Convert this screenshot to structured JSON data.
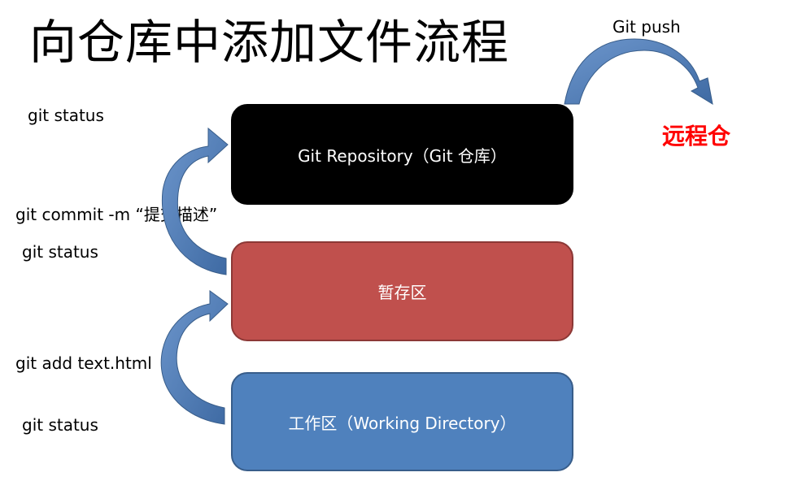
{
  "title": "向仓库中添加文件流程",
  "labels": {
    "git_push": "Git push",
    "git_status_top": "git status",
    "git_commit": "git commit -m “提交描述”",
    "git_status_mid": "git status",
    "git_add": "git add text.html",
    "git_status_bottom": "git status"
  },
  "boxes": {
    "repository": "Git Repository（Git 仓库）",
    "staging": "暂存区",
    "working": "工作区（Working Directory）"
  },
  "remote_label": "远程仓",
  "colors": {
    "repository": "#000000",
    "staging": "#c0504d",
    "working": "#4f81bd",
    "arrow": "#4f81bd",
    "remote_text": "#ff0000"
  }
}
